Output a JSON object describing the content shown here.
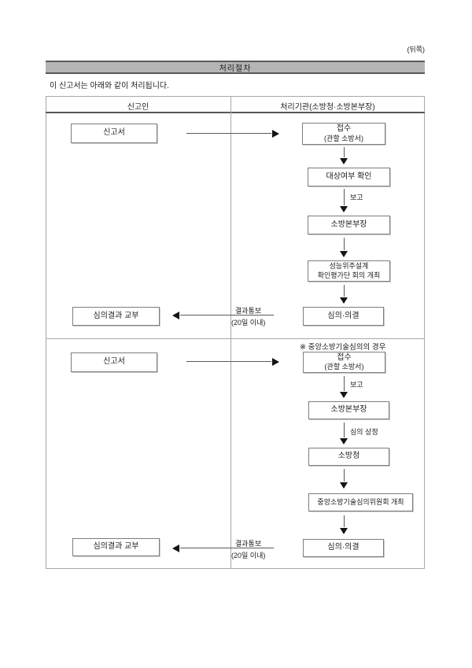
{
  "page": {
    "back_label": "(뒤쪽)",
    "title": "처리절차",
    "intro": "이 신고서는 아래와 같이 처리됩니다."
  },
  "table": {
    "columns": [
      "신고인",
      "처리기관(소방청·소방본부장)"
    ]
  },
  "section1": {
    "applicant_box": "신고서",
    "receipt_box": {
      "line1": "접수",
      "line2": "(관할 소방서)"
    },
    "check_box": "대상여부 확인",
    "report_label": "보고",
    "hq_box": "소방본부장",
    "review_meeting_box": {
      "line1": "성능위주설계",
      "line2": "확인평가단 회의 개최"
    },
    "decision_box": "심의·의결",
    "result_notice": {
      "label": "결과통보",
      "deadline": "(20일 이내)"
    },
    "result_box": "심의결과 교부"
  },
  "section2": {
    "note": "※ 중앙소방기술심의의 경우",
    "applicant_box": "신고서",
    "receipt_box": {
      "line1": "접수",
      "line2": "(관할 소방서)"
    },
    "report_label": "보고",
    "hq_box": "소방본부장",
    "submit_label": "심의 상정",
    "fire_agency_box": "소방청",
    "committee_box": "중앙소방기술심의위원회 개최",
    "decision_box": "심의·의결",
    "result_notice": {
      "label": "결과통보",
      "deadline": "(20일 이내)"
    },
    "result_box": "심의결과 교부"
  },
  "colors": {
    "title_bar_fill": "#b5b5b5",
    "title_bar_border": "#595959",
    "table_border": "#a9a9a9",
    "header_rule": "#575757",
    "box_border": "#7d7d7d",
    "arrow": "#141414",
    "text": "#1c1c1c",
    "background": "#ffffff"
  }
}
